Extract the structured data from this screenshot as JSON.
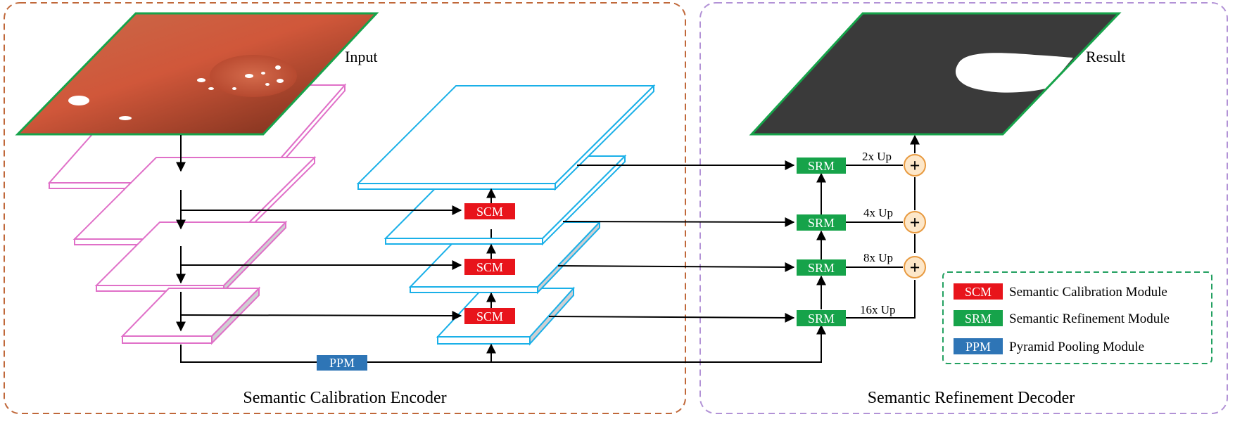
{
  "encoder": {
    "title": "Semantic Calibration Encoder",
    "input_label": "Input",
    "ppm_label": "PPM",
    "scm_labels": [
      "SCM",
      "SCM",
      "SCM"
    ]
  },
  "decoder": {
    "title": "Semantic Refinement Decoder",
    "result_label": "Result",
    "srm_labels": [
      "SRM",
      "SRM",
      "SRM",
      "SRM"
    ],
    "up_labels": [
      "2x Up",
      "4x Up",
      "8x Up",
      "16x Up"
    ],
    "plus_symbol": "+"
  },
  "legend": {
    "items": [
      {
        "tag": "SCM",
        "text": "Semantic Calibration Module",
        "color": "#e8141b"
      },
      {
        "tag": "SRM",
        "text": "Semantic Refinement Module",
        "color": "#16a34a"
      },
      {
        "tag": "PPM",
        "text": "Pyramid Pooling Module",
        "color": "#2e75b6"
      }
    ]
  },
  "colors": {
    "encoder_border": "#c0683a",
    "decoder_border": "#b292d6",
    "encoder_layer": "#e070c8",
    "calibration_layer": "#1ab0e8",
    "scm": "#e8141b",
    "srm": "#16a34a",
    "ppm": "#2e75b6",
    "plus_fill": "#fde7c9",
    "plus_stroke": "#e89a40",
    "legend_border": "#22a060"
  }
}
